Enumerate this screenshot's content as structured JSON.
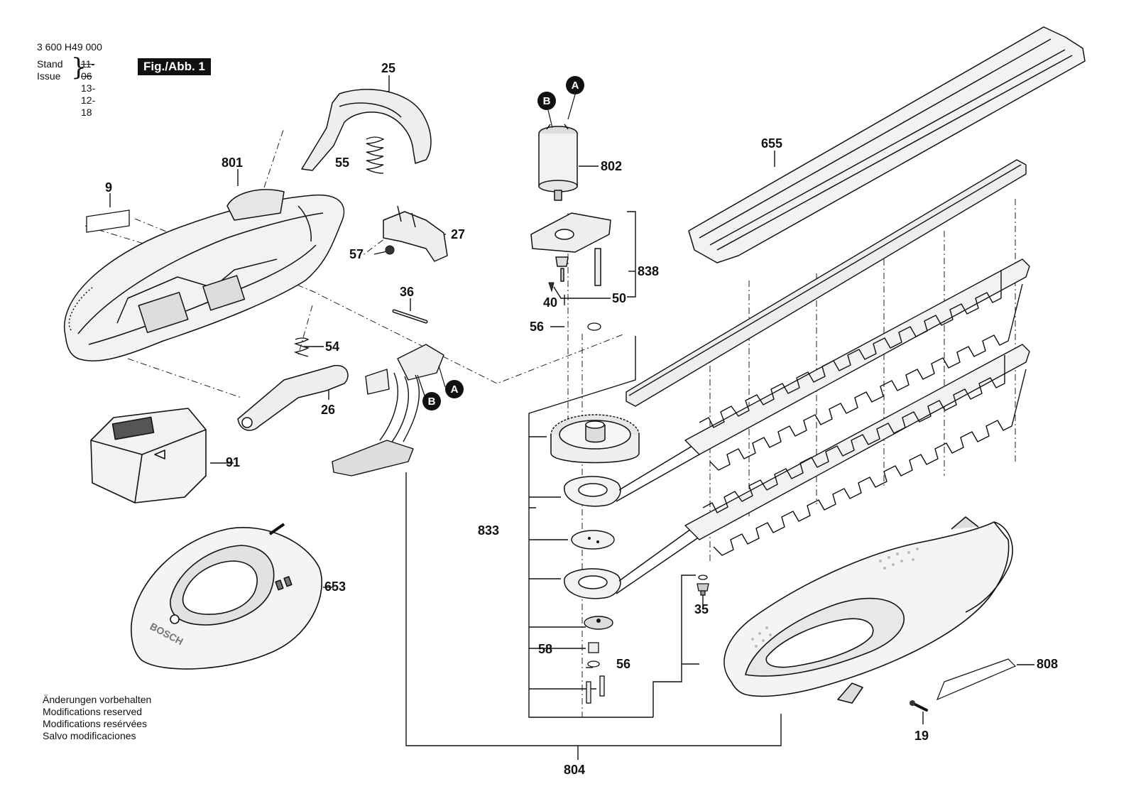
{
  "header": {
    "part_number": "3 600 H49 000",
    "stand_label": "Stand",
    "issue_label": "Issue",
    "old_date": "11-06",
    "new_date": "13-12-18",
    "figure": "Fig./Abb. 1"
  },
  "footer_notes": [
    "Änderungen vorbehalten",
    "Modifications reserved",
    "Modifications resérvées",
    "Salvo modificaciones"
  ],
  "labels": {
    "p9": "9",
    "p19": "19",
    "p25": "25",
    "p26": "26",
    "p27": "27",
    "p35": "35",
    "p36": "36",
    "p40": "40",
    "p50": "50",
    "p54": "54",
    "p55": "55",
    "p56a": "56",
    "p56b": "56",
    "p57": "57",
    "p58": "58",
    "p91": "91",
    "p653": "653",
    "p655": "655",
    "p801": "801",
    "p802": "802",
    "p804": "804",
    "p808": "808",
    "p833": "833",
    "p838": "838"
  },
  "refs": {
    "a1": "A",
    "b1": "B",
    "a2": "A",
    "b2": "B"
  },
  "logo_text": "BOSCH",
  "colors": {
    "ink": "#111111",
    "part_fill": "#f2f2f2",
    "part_shade": "#cfcfcf",
    "badge_bg": "#111111"
  }
}
